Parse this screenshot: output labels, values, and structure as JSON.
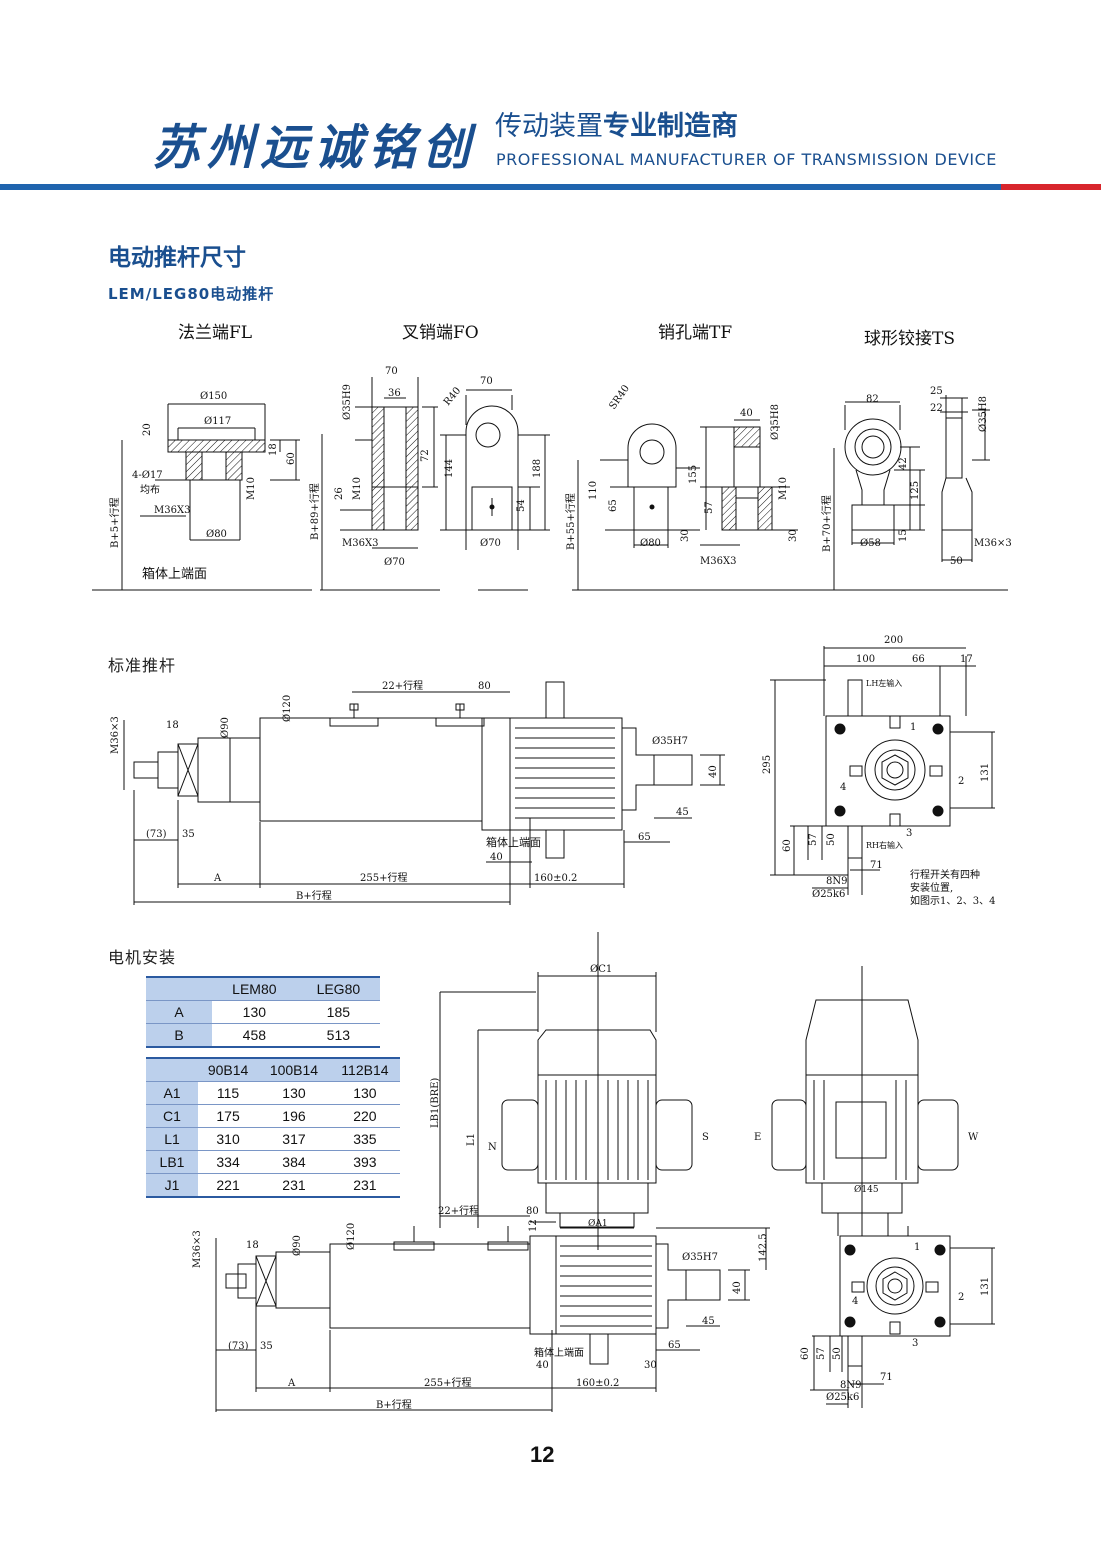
{
  "header": {
    "brand": "苏州远诚铭创",
    "slogan_normal": "传动装置",
    "slogan_bold": "专业制造商",
    "slogan_en": "PROFESSIONAL MANUFACTURER OF TRANSMISSION DEVICE"
  },
  "section": {
    "title": "电动推杆尺寸",
    "subtitle": "LEM/LEG80电动推杆"
  },
  "end_types": {
    "fl": "法兰端FL",
    "fo": "叉销端FO",
    "tf": "销孔端TF",
    "ts": "球形铰接TS"
  },
  "fl_dims": {
    "d150": "Ø150",
    "d117": "Ø117",
    "h20": "20",
    "h18": "18",
    "h60": "60",
    "holes": "4-Ø17",
    "even": "均布",
    "m36": "M36X3",
    "m10": "M10",
    "d80": "Ø80",
    "stroke": "B+5+行程",
    "face": "箱体上端面"
  },
  "fo_dims": {
    "w70": "70",
    "w36": "36",
    "d35h9": "Ø35H9",
    "h72": "72",
    "m10": "M10",
    "h26": "26",
    "stroke": "B+89+行程",
    "m36": "M36X3",
    "d70": "Ø70",
    "w70b": "70",
    "r40": "R40",
    "h144": "144",
    "h188": "188",
    "h54": "54",
    "d70b": "Ø70"
  },
  "tf_dims": {
    "sr40": "SR40",
    "h110": "110",
    "h65": "65",
    "stroke": "B+55+行程",
    "d80": "Ø80",
    "h30": "30",
    "w40": "40",
    "d35h8": "Ø35H8",
    "h155": "155",
    "h57": "57",
    "m10": "M10",
    "h30b": "30",
    "m36": "M36X3"
  },
  "ts_dims": {
    "w82": "82",
    "h42": "42",
    "h125": "125",
    "stroke": "B+70+行程",
    "d58": "Ø58",
    "h15": "15",
    "w25": "25",
    "w22": "22",
    "d35h8": "Ø35H8",
    "m36": "M36×3",
    "w50": "50"
  },
  "std": {
    "title": "标准推杆",
    "m36": "M36×3",
    "d18": "18",
    "d90": "Ø90",
    "d120": "Ø120",
    "stroke22": "22+行程",
    "d80": "80",
    "d35h7": "Ø35H7",
    "d40": "40",
    "d45": "45",
    "d65": "65",
    "face": "箱体上端面",
    "d40b": "40",
    "d73": "(73)",
    "d35": "35",
    "a": "A",
    "stroke255": "255+行程",
    "d160": "160±0.2",
    "bstroke": "B+行程",
    "side_200": "200",
    "side_100": "100",
    "side_66": "66",
    "side_17": "17",
    "lh": "LH左输入",
    "rh": "RH右输入",
    "side_295": "295",
    "side_131": "131",
    "side_60": "60",
    "side_57": "57",
    "side_50": "50",
    "side_71": "71",
    "key": "8N9",
    "shaft": "Ø25k6",
    "n1": "1",
    "n2": "2",
    "n3": "3",
    "n4": "4",
    "note1": "行程开关有四种",
    "note2": "安装位置,",
    "note3": "如图示1、2、3、4"
  },
  "motor": {
    "title": "电机安装",
    "c1": "ØC1",
    "lb1": "LB1(BRE)",
    "l1": "L1",
    "n": "N",
    "s": "S",
    "e": "E",
    "w": "W",
    "a1": "ØA1",
    "d145": "Ø145",
    "stroke22": "22+行程",
    "d80": "80",
    "d12": "12",
    "d142": "142.5",
    "d35h7": "Ø35H7",
    "d40": "40",
    "d45": "45",
    "d65": "65",
    "face": "箱体上端面",
    "d40b": "40",
    "d30": "30",
    "d73": "(73)",
    "d35": "35",
    "a": "A",
    "stroke255": "255+行程",
    "d160": "160±0.2",
    "bstroke": "B+行程",
    "m36": "M36×3",
    "d18": "18",
    "d90": "Ø90",
    "d120": "Ø120",
    "side_131": "131",
    "side_60": "60",
    "side_57": "57",
    "side_50": "50",
    "side_71": "71",
    "key": "8N9",
    "shaft": "Ø25k6",
    "n1": "1",
    "n2": "2",
    "n3": "3",
    "n4": "4"
  },
  "table1": {
    "headers": [
      "",
      "LEM80",
      "LEG80"
    ],
    "rows": [
      {
        "label": "A",
        "values": [
          "130",
          "185"
        ]
      },
      {
        "label": "B",
        "values": [
          "458",
          "513"
        ]
      }
    ]
  },
  "table2": {
    "headers": [
      "",
      "90B14",
      "100B14",
      "112B14"
    ],
    "rows": [
      {
        "label": "A1",
        "values": [
          "115",
          "130",
          "130"
        ]
      },
      {
        "label": "C1",
        "values": [
          "175",
          "196",
          "220"
        ]
      },
      {
        "label": "L1",
        "values": [
          "310",
          "317",
          "335"
        ]
      },
      {
        "label": "LB1",
        "values": [
          "334",
          "384",
          "393"
        ]
      },
      {
        "label": "J1",
        "values": [
          "221",
          "231",
          "231"
        ]
      }
    ]
  },
  "page_number": "12",
  "colors": {
    "brand_blue": "#1a4f8f",
    "line_blue": "#1f64ae",
    "line_red": "#d8262c",
    "table_fill": "#bcd0ec"
  }
}
